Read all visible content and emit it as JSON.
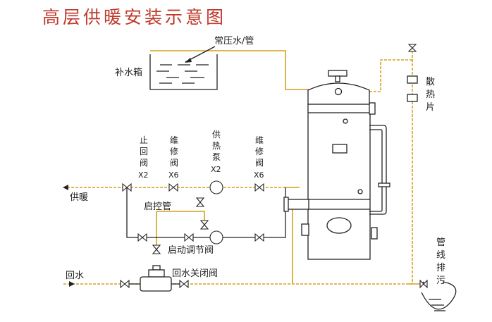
{
  "title": "高层供暖安装示意图",
  "labels": {
    "pressure_pipe": "常压水/管",
    "makeup_tank": "补水箱",
    "check_valve": [
      "止",
      "回",
      "阀",
      "X2"
    ],
    "service_valve_1": [
      "维",
      "修",
      "阀",
      "X6"
    ],
    "heat_pump": [
      "供",
      "热",
      "泵",
      "X2"
    ],
    "service_valve_2": [
      "维",
      "修",
      "阀",
      "X6"
    ],
    "supply": "供暖",
    "control_pipe": "启控管",
    "start_valve": "启动调节阀",
    "return": "回水",
    "return_shutoff": "回水关闭阀",
    "radiator": [
      "散",
      "热",
      "片"
    ],
    "drain": [
      "管",
      "线",
      "排",
      "污"
    ]
  },
  "colors": {
    "title": "#c0392b",
    "pipe": "#d4a21a",
    "line": "#222222"
  }
}
